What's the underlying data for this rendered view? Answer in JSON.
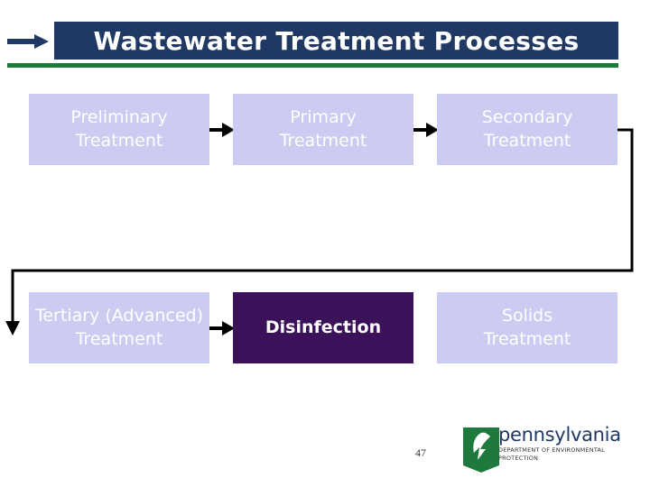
{
  "slide": {
    "title": "Wastewater Treatment Processes",
    "page_number": "47",
    "colors": {
      "title_bar": "#1F3864",
      "title_rule": "#1E7A3C",
      "box_fill": "#CCCCF2",
      "box_fill_active": "#3B1259",
      "box_text": "#FFFFFF",
      "connector": "#000000"
    }
  },
  "diagram": {
    "type": "process-flow",
    "boxes": [
      {
        "id": "preliminary",
        "label": "Preliminary\nTreatment",
        "line1": "Preliminary",
        "line2": "Treatment",
        "highlighted": false
      },
      {
        "id": "primary",
        "label": "Primary\nTreatment",
        "line1": "Primary",
        "line2": "Treatment",
        "highlighted": false
      },
      {
        "id": "secondary",
        "label": "Secondary\nTreatment",
        "line1": "Secondary",
        "line2": "Treatment",
        "highlighted": false
      },
      {
        "id": "tertiary",
        "label": "Tertiary (Advanced)\nTreatment",
        "line1": "Tertiary (Advanced)",
        "line2": "Treatment",
        "highlighted": false
      },
      {
        "id": "disinfection",
        "label": "Disinfection",
        "line1": "Disinfection",
        "line2": "",
        "highlighted": true
      },
      {
        "id": "solids",
        "label": "Solids\nTreatment",
        "line1": "Solids",
        "line2": "Treatment",
        "highlighted": false
      }
    ],
    "flow": [
      {
        "from": "preliminary",
        "to": "primary"
      },
      {
        "from": "primary",
        "to": "secondary"
      },
      {
        "from": "secondary",
        "to": "tertiary"
      },
      {
        "from": "tertiary",
        "to": "disinfection"
      }
    ]
  },
  "logo": {
    "wordmark": "pennsylvania",
    "line1": "DEPARTMENT OF ENVIRONMENTAL",
    "line2": "PROTECTION"
  }
}
